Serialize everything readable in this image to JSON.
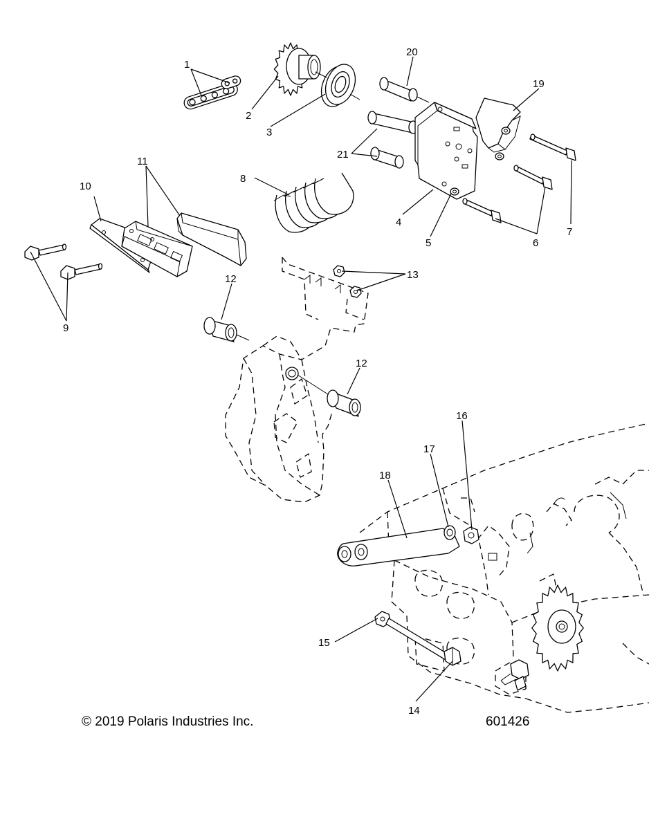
{
  "callouts": {
    "c1": "1",
    "c2": "2",
    "c3": "3",
    "c4": "4",
    "c5": "5",
    "c6": "6",
    "c7": "7",
    "c8": "8",
    "c9": "9",
    "c10": "10",
    "c11": "11",
    "c12a": "12",
    "c12b": "12",
    "c13": "13",
    "c14": "14",
    "c15": "15",
    "c16": "16",
    "c17": "17",
    "c18": "18",
    "c19": "19",
    "c20": "20",
    "c21": "21"
  },
  "footer": {
    "copyright": "© 2019 Polaris Industries Inc.",
    "figure_number": "601426"
  }
}
